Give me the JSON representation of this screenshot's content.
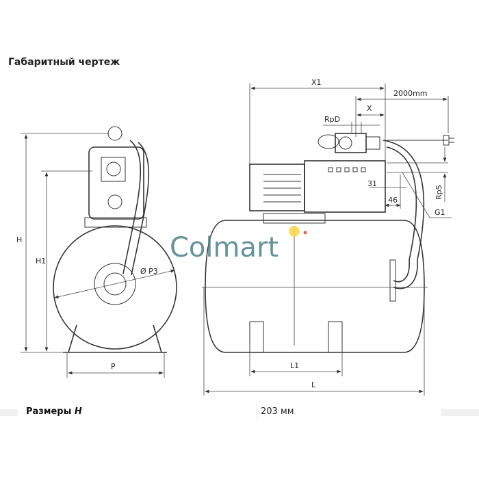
{
  "section_title": "Габаритный чертеж",
  "drawing": {
    "labels": {
      "H": "H",
      "H1": "H1",
      "P": "P",
      "P3": "Ø P3",
      "X1": "X1",
      "cable": "2000mm",
      "X": "X",
      "RpD": "RpD",
      "d31": "31",
      "d46": "46",
      "RpS": "RpS",
      "G1": "G1",
      "L1": "L1",
      "L": "L"
    },
    "watermark": "Colmart"
  },
  "spec_row": {
    "label": "Размеры",
    "label_var": "H",
    "value": "203 мм"
  }
}
